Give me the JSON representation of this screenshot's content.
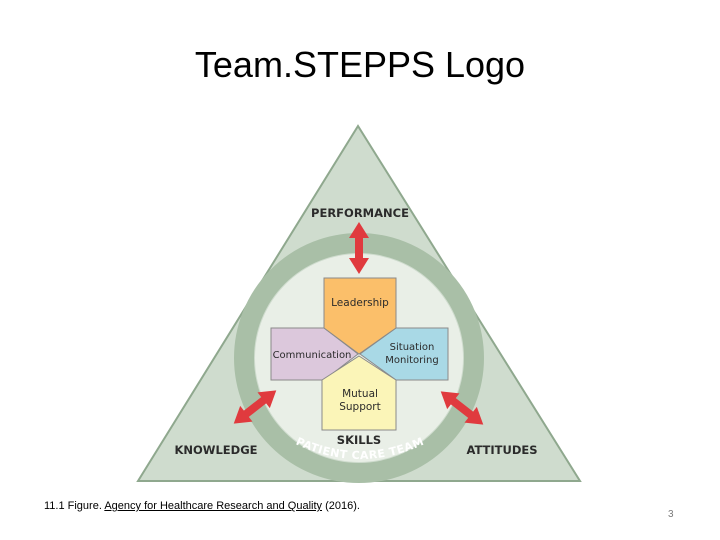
{
  "slide": {
    "title": "Team.STEPPS Logo",
    "page_number": "3"
  },
  "caption": {
    "prefix": "11.1 Figure. ",
    "link_text": "Agency for Healthcare Research and Quality",
    "suffix": " (2016)."
  },
  "logo": {
    "corners": {
      "top": "PERFORMANCE",
      "left": "KNOWLEDGE",
      "right": "ATTITUDES"
    },
    "center_label": "SKILLS",
    "ring_label": "PATIENT CARE TEAM",
    "quadrants": {
      "top": "Leadership",
      "left": "Communication",
      "right_line1": "Situation",
      "right_line2": "Monitoring",
      "bottom_line1": "Mutual",
      "bottom_line2": "Support"
    },
    "colors": {
      "triangle_fill": "#cfdcce",
      "triangle_stroke": "#8fa88e",
      "ring": "#a9bfa7",
      "inner_circle": "#e9efe7",
      "leadership": "#fbbf6a",
      "communication": "#dcc8dc",
      "situation_monitoring": "#a9d9e6",
      "mutual_support": "#fbf5b8",
      "arrow": "#e03a3e",
      "label_text": "#2b2b2b"
    }
  }
}
